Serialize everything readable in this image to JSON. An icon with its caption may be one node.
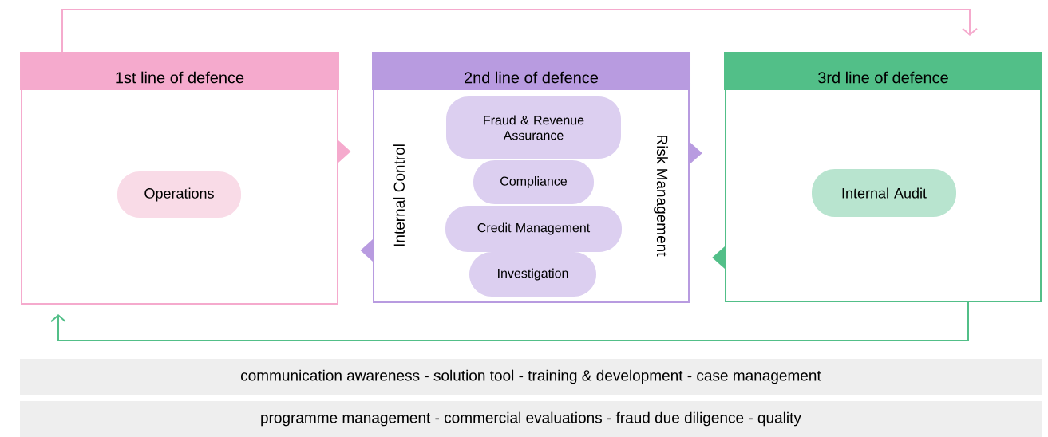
{
  "diagram": {
    "nodes": [
      {
        "text": [
          "1st line of defence"
        ]
      },
      {
        "text": [
          "Operations"
        ],
        "in": 0
      },
      {
        "text": [
          "2nd line of defence",
          "Internal Control",
          "Risk Management"
        ]
      },
      {
        "text": [
          "Fraud & Revenue Assurance"
        ],
        "in": 2
      },
      {
        "text": [
          "Compliance"
        ],
        "in": 2
      },
      {
        "text": [
          "Credit Management"
        ],
        "in": 2
      },
      {
        "text": [
          "Investigation"
        ],
        "in": 2
      },
      {
        "text": [
          "3rd line of defence"
        ]
      },
      {
        "text": [
          "Internal Audit"
        ],
        "in": 7
      },
      {
        "text": [
          "communication awareness - solution tool - training & development - case management"
        ]
      },
      {
        "text": [
          "programme management - commercial evaluations - fraud due diligence - quality"
        ]
      }
    ],
    "edges": [
      {
        "from": 0,
        "to": 7,
        "arrow": "to",
        "color": "#f5aacd"
      },
      {
        "from": 7,
        "to": 0,
        "arrow": "to",
        "color": "#52bf88"
      },
      {
        "from": 0,
        "to": 2,
        "arrow": "to",
        "color": "#f5aacd"
      },
      {
        "from": 2,
        "to": 0,
        "arrow": "to",
        "color": "#b89be0"
      },
      {
        "from": 2,
        "to": 7,
        "arrow": "to",
        "color": "#b89be0"
      },
      {
        "from": 7,
        "to": 2,
        "arrow": "to",
        "color": "#52bf88"
      }
    ]
  }
}
